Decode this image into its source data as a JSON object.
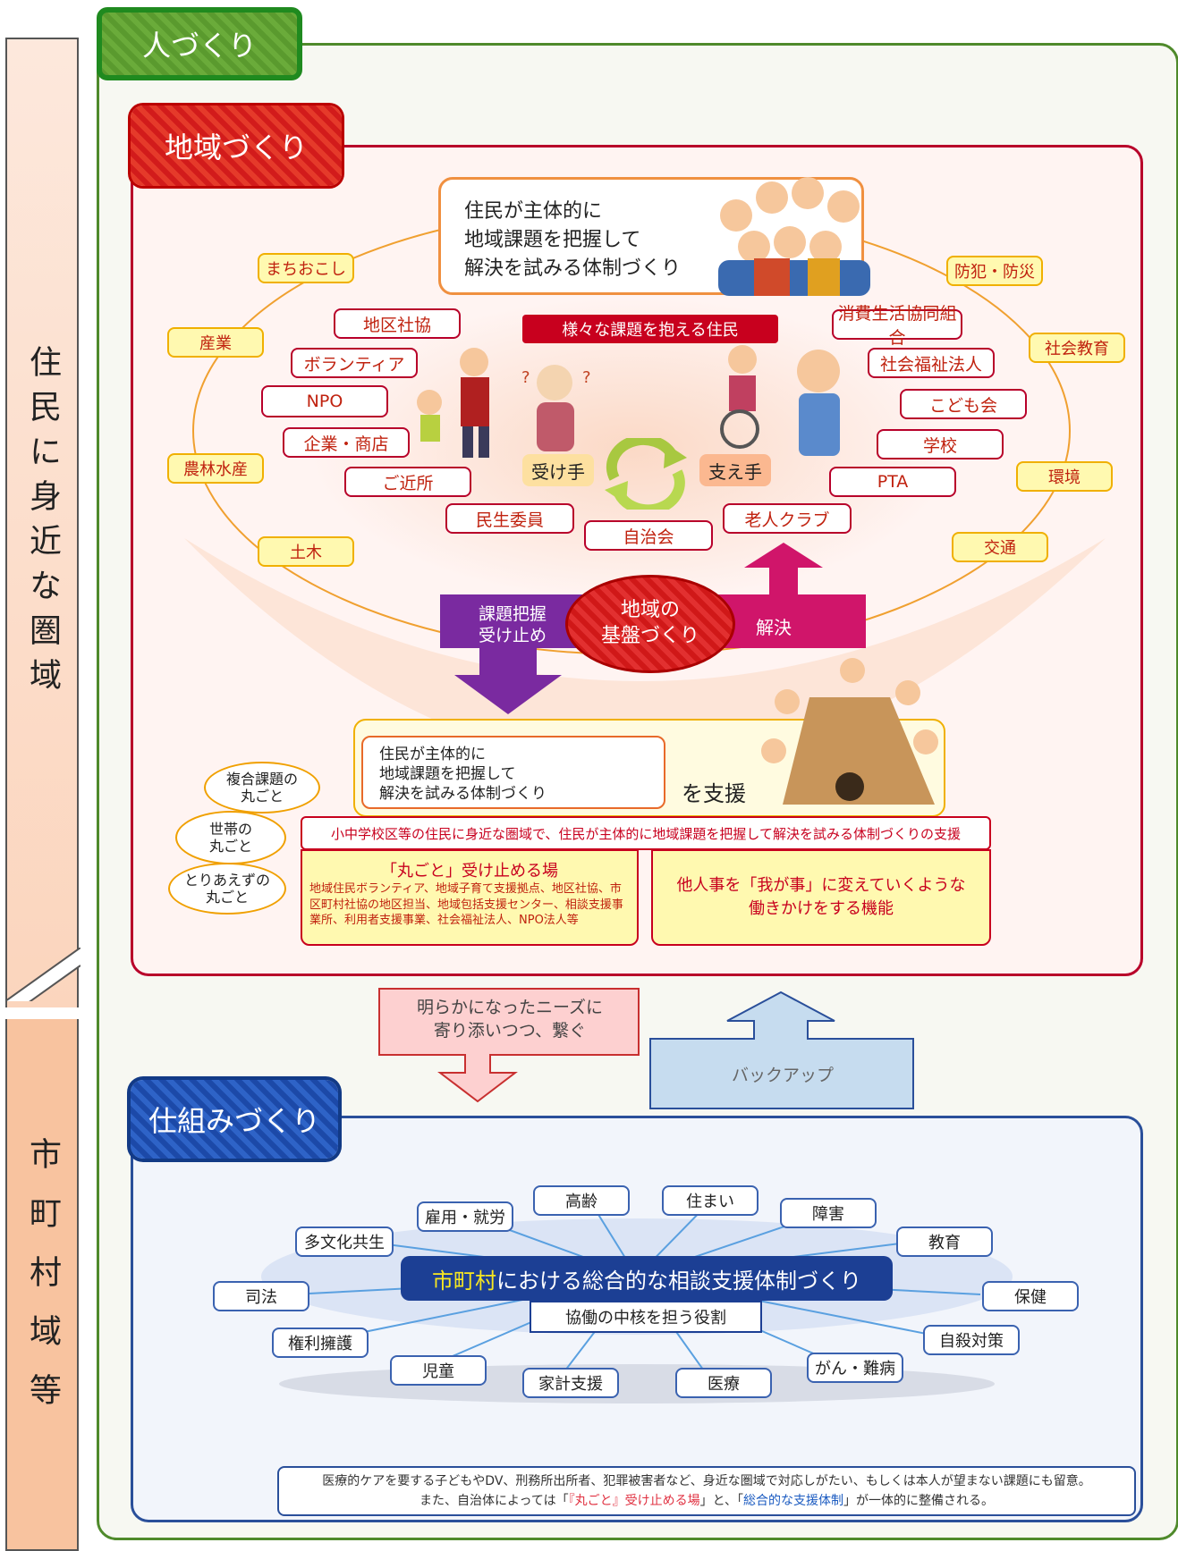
{
  "side": {
    "top_label": "住民に身近な圏域",
    "bottom_label": "市町村域等"
  },
  "hitozukuri": {
    "label": "人づくり"
  },
  "chiiki": {
    "label": "地域づくり",
    "top_box": [
      "住民が主体的に",
      "地域課題を把握して",
      "解決を試みる体制づくり"
    ],
    "outer_items": [
      "まちおこし",
      "産業",
      "農林水産",
      "土木",
      "防犯・防災",
      "社会教育",
      "環境",
      "交通"
    ],
    "inner_left": [
      "地区社協",
      "ボランティア",
      "NPO",
      "企業・商店",
      "ご近所"
    ],
    "inner_right": [
      "消費生活協同組合",
      "社会福祉法人",
      "こども会",
      "学校",
      "PTA"
    ],
    "inner_bottom": [
      "民生委員",
      "自治会",
      "老人クラブ"
    ],
    "residents_title": "様々な課題を抱える住民",
    "receiver": "受け手",
    "supporter": "支え手",
    "left_arrow": [
      "課題把握",
      "受け止め"
    ],
    "center_label": [
      "地域の",
      "基盤づくり"
    ],
    "right_arrow": "解決",
    "support_box": [
      "住民が主体的に",
      "地域課題を把握して",
      "解決を試みる体制づくり"
    ],
    "support_suffix": "を支援",
    "bubbles": [
      [
        "複合課題の",
        "丸ごと"
      ],
      [
        "世帯の",
        "丸ごと"
      ],
      [
        "とりあえずの",
        "丸ごと"
      ]
    ],
    "banner": "小中学校区等の住民に身近な圏域で、住民が主体的に地域課題を把握して解決を試みる体制づくりの支援",
    "left_panel_title": "「丸ごと」受け止める場",
    "left_panel_body": "地域住民ボランティア、地域子育て支援拠点、地区社協、市区町村社協の地区担当、地域包括支援センター、相談支援事業所、利用者支援事業、社会福祉法人、NPO法人等",
    "right_panel": [
      "他人事を「我が事」に変えていくような",
      "働きかけをする機能"
    ]
  },
  "middle": {
    "down_arrow": [
      "明らかになったニーズに",
      "寄り添いつつ、繋ぐ"
    ],
    "up_arrow": "バックアップ"
  },
  "shikumi": {
    "label": "仕組みづくり",
    "center_title_highlight": "市町村",
    "center_title_rest": "における総合的な相談支援体制づくり",
    "center_sub": "協働の中核を担う役割",
    "items": [
      "高齢",
      "住まい",
      "雇用・就労",
      "障害",
      "多文化共生",
      "教育",
      "司法",
      "保健",
      "権利擁護",
      "自殺対策",
      "児童",
      "がん・難病",
      "家計支援",
      "医療"
    ],
    "note_line1": "医療的ケアを要する子どもやDV、刑務所出所者、犯罪被害者など、身近な圏域で対応しがたい、もしくは本人が望まない課題にも留意。",
    "note_line2_a": "また、自治体によっては",
    "note_line2_b": "『丸ごと』受け止める場",
    "note_line2_c": "」と、「",
    "note_line2_d": "総合的な支援体制",
    "note_line2_e": "」が一体的に整備される。"
  },
  "colors": {
    "green": "#4f8a2b",
    "red": "#b8002a",
    "blue": "#2a4f9a",
    "yellow": "#fff9b0",
    "purple": "#7a2aa0",
    "magenta": "#d0156a"
  }
}
